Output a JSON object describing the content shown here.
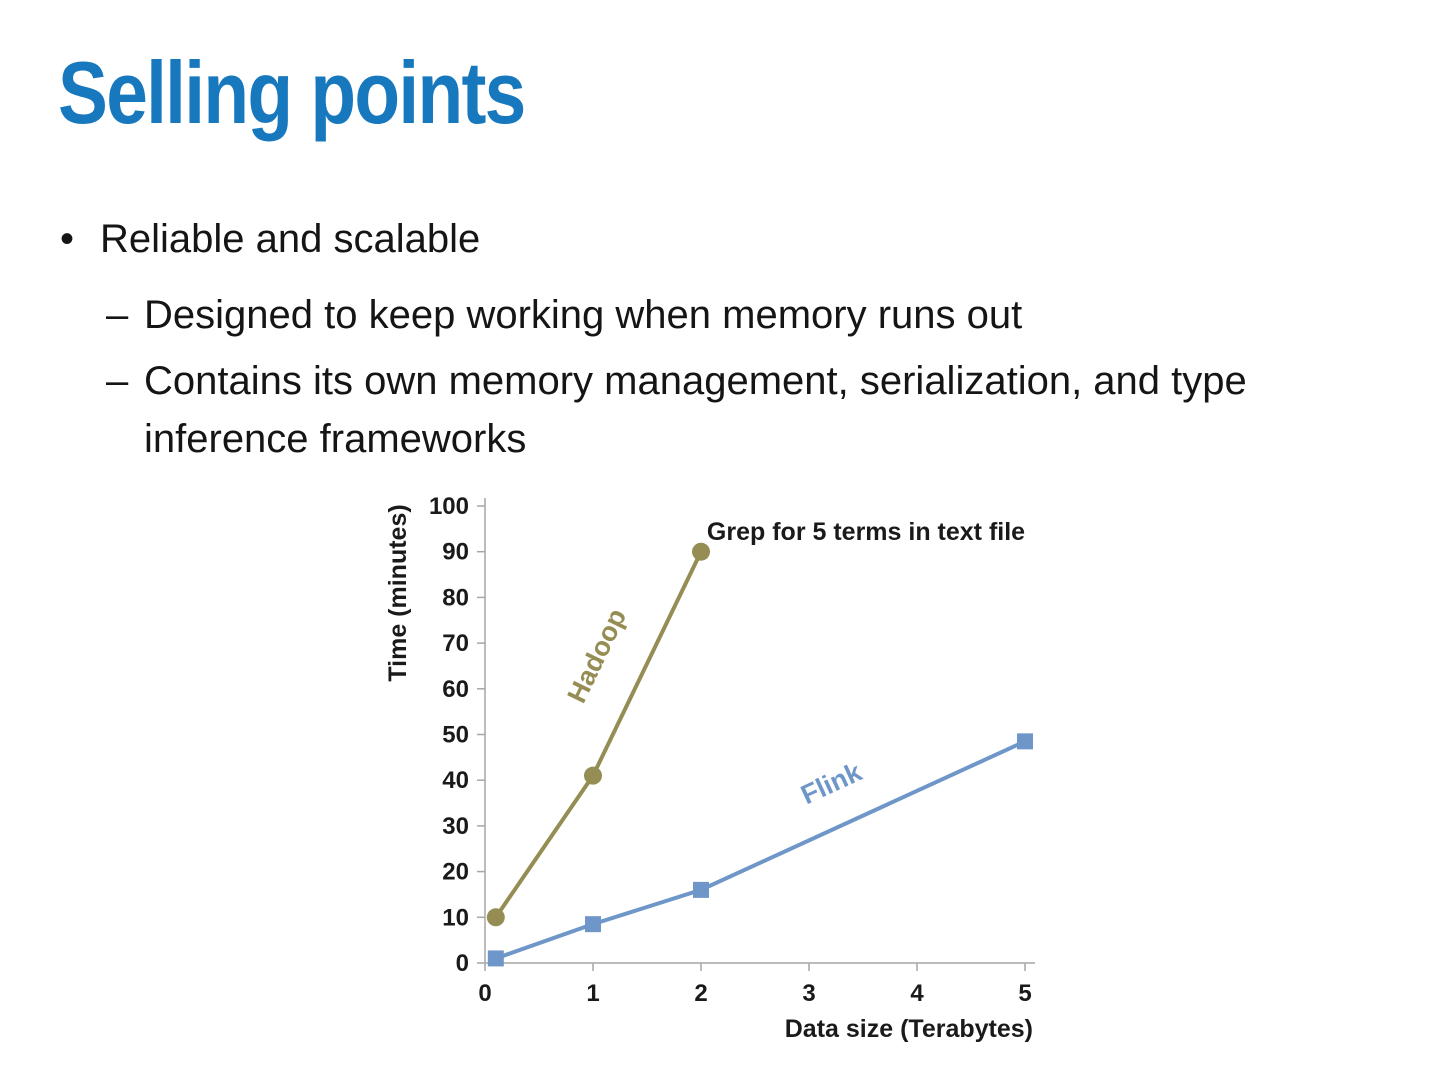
{
  "slide": {
    "title": "Selling points",
    "title_color": "#1878be",
    "text_color": "#151515",
    "bullets": [
      {
        "marker": "•",
        "text": "Reliable and scalable"
      },
      {
        "marker": "–",
        "text": "Designed to keep working when memory runs out"
      },
      {
        "marker": "–",
        "text": "Contains its own memory management, serialization, and type inference frameworks"
      }
    ]
  },
  "chart_data": {
    "type": "line",
    "title": "",
    "annotation": "Grep for 5 terms in text file",
    "xlabel": "Data size (Terabytes)",
    "ylabel": "Time (minutes)",
    "xlim": [
      0,
      5
    ],
    "ylim": [
      0,
      100
    ],
    "x_ticks": [
      0,
      1,
      2,
      3,
      4,
      5
    ],
    "y_ticks": [
      0,
      10,
      20,
      30,
      40,
      50,
      60,
      70,
      80,
      90,
      100
    ],
    "grid": false,
    "legend": "inline-labels",
    "axis_color": "#a6a6a6",
    "label_color": "#1a1a1a",
    "series": [
      {
        "name": "Hadoop",
        "color": "#958d54",
        "marker": "circle",
        "x": [
          0.1,
          1,
          2
        ],
        "y": [
          10,
          41,
          90
        ]
      },
      {
        "name": "Flink",
        "color": "#6e96c8",
        "marker": "square",
        "x": [
          0.1,
          1,
          2,
          5
        ],
        "y": [
          1,
          8.5,
          16,
          48.5
        ]
      }
    ]
  }
}
